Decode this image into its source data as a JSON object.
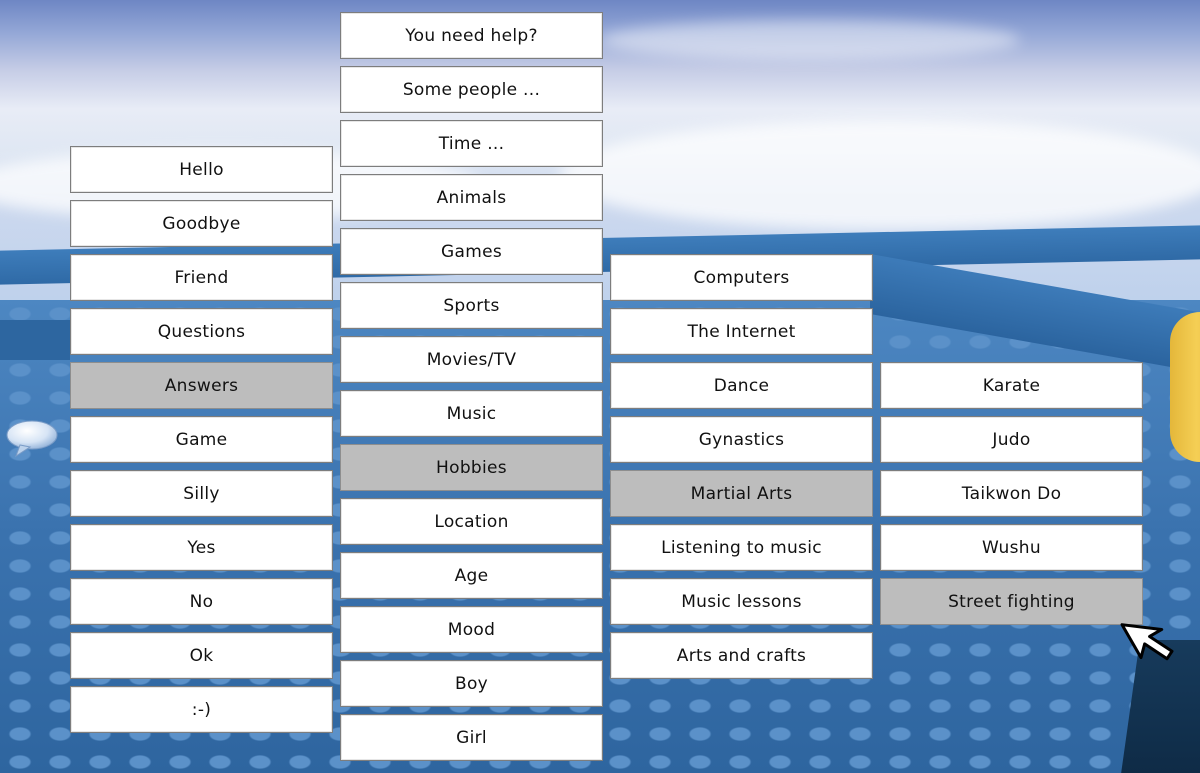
{
  "menu": {
    "column_1": [
      {
        "label": "Hello",
        "selected": false
      },
      {
        "label": "Goodbye",
        "selected": false
      },
      {
        "label": "Friend",
        "selected": false
      },
      {
        "label": "Questions",
        "selected": false
      },
      {
        "label": "Answers",
        "selected": true
      },
      {
        "label": "Game",
        "selected": false
      },
      {
        "label": "Silly",
        "selected": false
      },
      {
        "label": "Yes",
        "selected": false
      },
      {
        "label": "No",
        "selected": false
      },
      {
        "label": "Ok",
        "selected": false
      },
      {
        "label": ":-)",
        "selected": false
      }
    ],
    "column_2": [
      {
        "label": "You need help?",
        "selected": false
      },
      {
        "label": "Some people ...",
        "selected": false
      },
      {
        "label": "Time ...",
        "selected": false
      },
      {
        "label": "Animals",
        "selected": false
      },
      {
        "label": "Games",
        "selected": false
      },
      {
        "label": "Sports",
        "selected": false
      },
      {
        "label": "Movies/TV",
        "selected": false
      },
      {
        "label": "Music",
        "selected": false
      },
      {
        "label": "Hobbies",
        "selected": true
      },
      {
        "label": "Location",
        "selected": false
      },
      {
        "label": "Age",
        "selected": false
      },
      {
        "label": "Mood",
        "selected": false
      },
      {
        "label": "Boy",
        "selected": false
      },
      {
        "label": "Girl",
        "selected": false
      }
    ],
    "column_3": [
      {
        "label": "Computers",
        "selected": false
      },
      {
        "label": "The Internet",
        "selected": false
      },
      {
        "label": "Dance",
        "selected": false
      },
      {
        "label": "Gynastics",
        "selected": false
      },
      {
        "label": "Martial Arts",
        "selected": true
      },
      {
        "label": "Listening to music",
        "selected": false
      },
      {
        "label": "Music lessons",
        "selected": false
      },
      {
        "label": "Arts and crafts",
        "selected": false
      }
    ],
    "column_4": [
      {
        "label": "Karate",
        "selected": false
      },
      {
        "label": "Judo",
        "selected": false
      },
      {
        "label": "Taikwon Do",
        "selected": false
      },
      {
        "label": "Wushu",
        "selected": false
      },
      {
        "label": "Street fighting",
        "selected": true
      }
    ]
  },
  "icons": {
    "chat": "speech-bubble-icon",
    "pointer": "mouse-cursor-icon"
  },
  "colors": {
    "button_bg": "#ffffff",
    "button_selected_bg": "#bdbdbd",
    "button_border": "#7d7d7d",
    "text": "#111111",
    "floor": "#3f78b4",
    "sky": "#c6cde6"
  }
}
